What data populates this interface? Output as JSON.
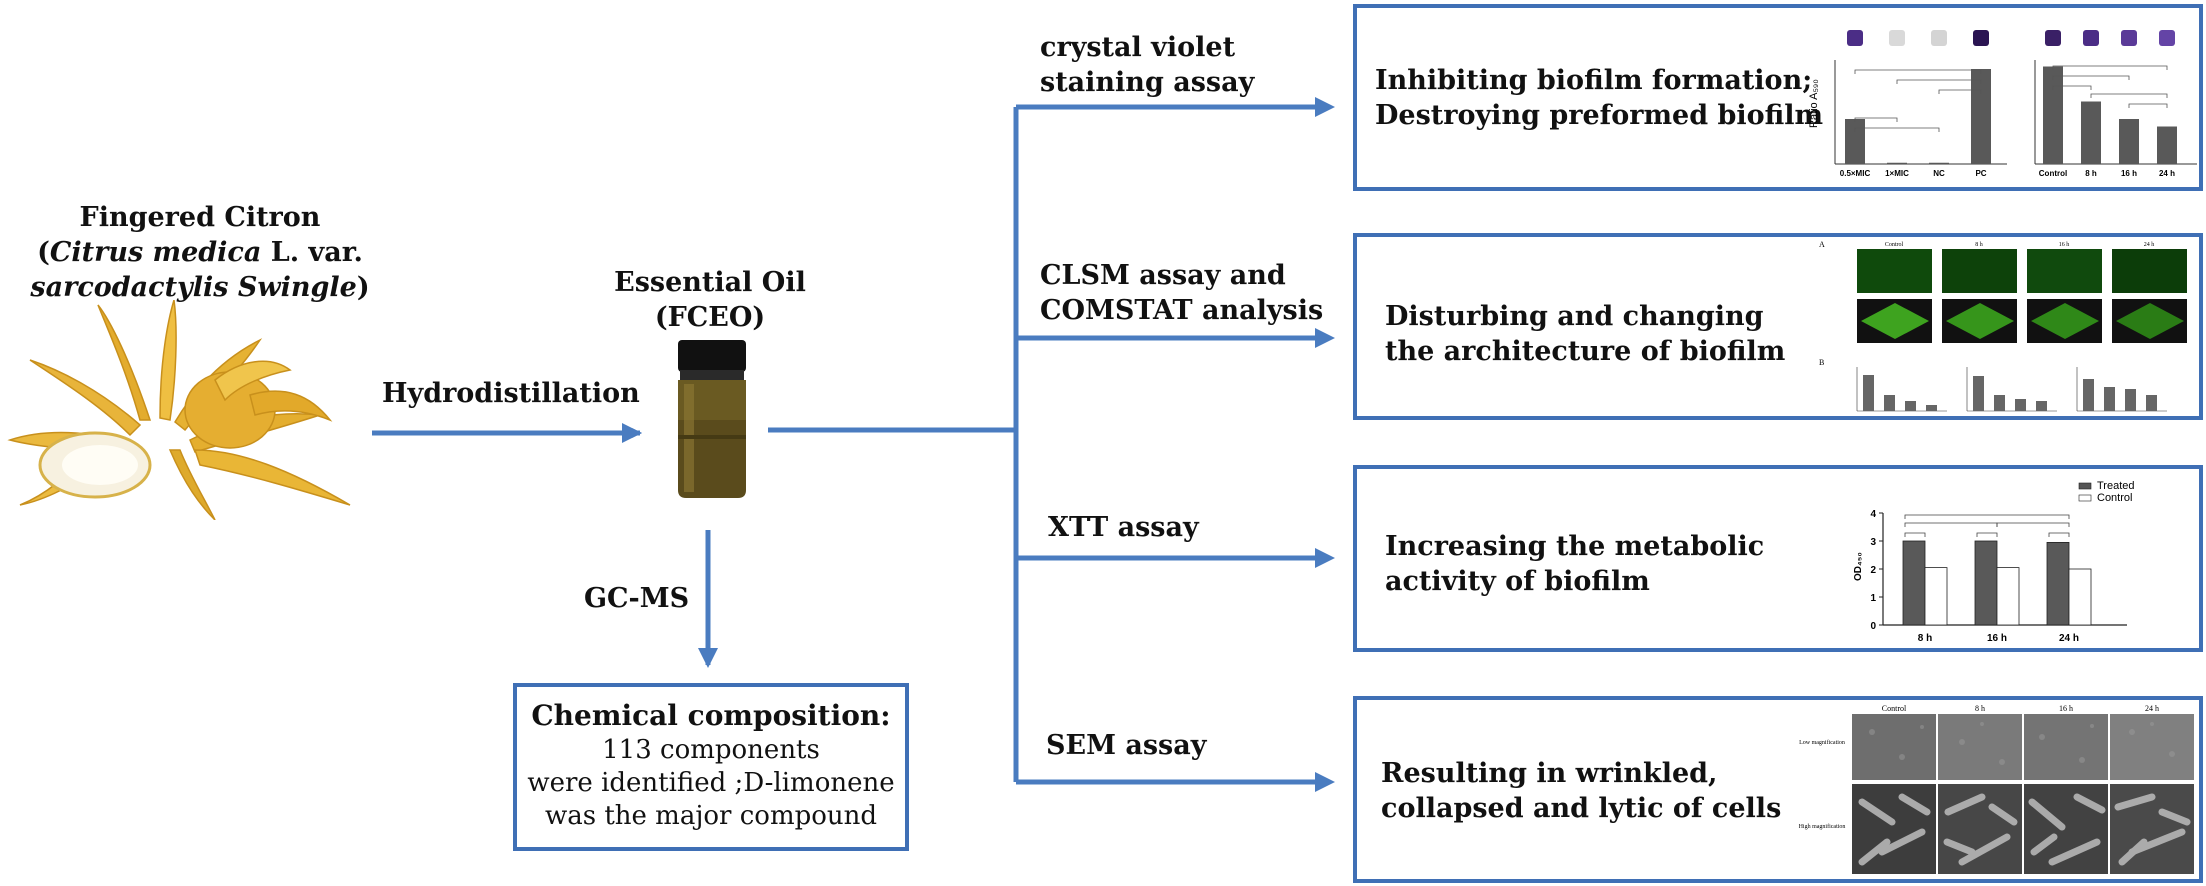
{
  "source": {
    "line1": "Fingered Citron",
    "line2_open": "(",
    "line2_italic": "Citrus medica",
    "line2_rest": " L. var.",
    "line3_italic": "sarcodactylis Swingle",
    "line3_close": ")"
  },
  "process": {
    "hydrodistillation": "Hydrodistillation",
    "oil_line1": "Essential Oil",
    "oil_line2": "(FCEO)",
    "gcms": "GC-MS"
  },
  "composition": {
    "title": "Chemical composition:",
    "line1": "113 components",
    "line2": "were identified ;D-limonene",
    "line3": "was the major compound"
  },
  "assays": [
    {
      "label1": "crystal violet",
      "label2": "staining assay",
      "result1": "Inhibiting biofilm formation;",
      "result2": "Destroying preformed biofilm"
    },
    {
      "label1": "CLSM assay and",
      "label2": "COMSTAT analysis",
      "result1": "Disturbing and changing",
      "result2": "the architecture of biofilm"
    },
    {
      "label1": "XTT assay",
      "label2": "",
      "result1": "Increasing the metabolic",
      "result2": "activity of biofilm"
    },
    {
      "label1": "SEM assay",
      "label2": "",
      "result1": "Resulting in wrinkled,",
      "result2": "collapsed and lytic of cells"
    }
  ],
  "thumbs": {
    "cv_left_cats": [
      "0.5×MIC",
      "1×MIC",
      "NC",
      "PC"
    ],
    "cv_right_cats": [
      "Control",
      "8 h",
      "16 h",
      "24 h"
    ],
    "cv_left_values": [
      1.8,
      0.05,
      0.05,
      3.8
    ],
    "cv_right_values": [
      3.9,
      2.5,
      1.8,
      1.5
    ],
    "cv_ylabel": "Ratio A₅₉₀",
    "clsm_header": [
      "Control",
      "8 h",
      "16 h",
      "24 h"
    ],
    "clsm_label_a": "A",
    "clsm_label_b": "B",
    "xtt_legend": [
      "Treated",
      "Control"
    ],
    "xtt_cats": [
      "8 h",
      "16 h",
      "24 h"
    ],
    "xtt_treated": [
      3.0,
      3.0,
      2.95
    ],
    "xtt_control": [
      2.05,
      2.05,
      2.0
    ],
    "xtt_ylabel": "OD₄₅₀",
    "xtt_yticks": [
      "0",
      "1",
      "2",
      "3",
      "4"
    ],
    "sem_header": [
      "Control",
      "8 h",
      "16 h",
      "24 h"
    ],
    "sem_row1": "Low magnification",
    "sem_row2": "High magnification"
  },
  "colors": {
    "arrow": "#4a7cc0",
    "box_border": "#3f6fb5",
    "bar_dark": "#595959",
    "clsm_green": "#1f7a1a",
    "citron_yellow": "#e9b735"
  }
}
